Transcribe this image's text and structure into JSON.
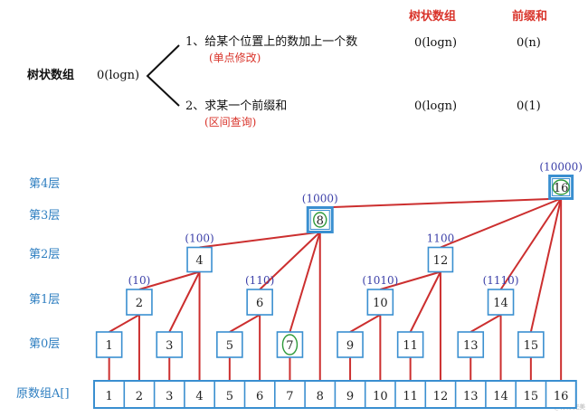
{
  "header": {
    "subject": "树状数组",
    "overall_complexity": "0(logn)",
    "col_fenwick": "树状数组",
    "col_prefix": "前缀和",
    "op1_title": "1、给某个位置上的数加上一个数",
    "op1_note": "(单点修改)",
    "op1_fenwick": "0(logn)",
    "op1_prefix": "0(n)",
    "op2_title": "2、求某一个前缀和",
    "op2_note": "(区间查询)",
    "op2_fenwick": "0(logn)",
    "op2_prefix": "0(1)"
  },
  "levels": [
    "第4层",
    "第3层",
    "第2层",
    "第1层",
    "第0层"
  ],
  "array_label": "原数组A[]",
  "array_cells": [
    "1",
    "2",
    "3",
    "4",
    "5",
    "6",
    "7",
    "8",
    "9",
    "10",
    "11",
    "12",
    "13",
    "14",
    "15",
    "16"
  ],
  "tree_nodes": [
    {
      "label": "1",
      "level": 0
    },
    {
      "label": "2",
      "level": 1,
      "binary": "(10)"
    },
    {
      "label": "3",
      "level": 0
    },
    {
      "label": "4",
      "level": 2,
      "binary": "(100)"
    },
    {
      "label": "5",
      "level": 0
    },
    {
      "label": "6",
      "level": 1,
      "binary": "(110)"
    },
    {
      "label": "7",
      "level": 0
    },
    {
      "label": "8",
      "level": 3,
      "binary": "(1000)"
    },
    {
      "label": "9",
      "level": 0
    },
    {
      "label": "10",
      "level": 1,
      "binary": "(1010)"
    },
    {
      "label": "11",
      "level": 0
    },
    {
      "label": "12",
      "level": 2,
      "binary": "1100"
    },
    {
      "label": "13",
      "level": 0
    },
    {
      "label": "14",
      "level": 1,
      "binary": "(1110)"
    },
    {
      "label": "15",
      "level": 0
    },
    {
      "label": "16",
      "level": 4,
      "binary": "(10000)"
    }
  ],
  "watermark": "CSDN @你即完美"
}
